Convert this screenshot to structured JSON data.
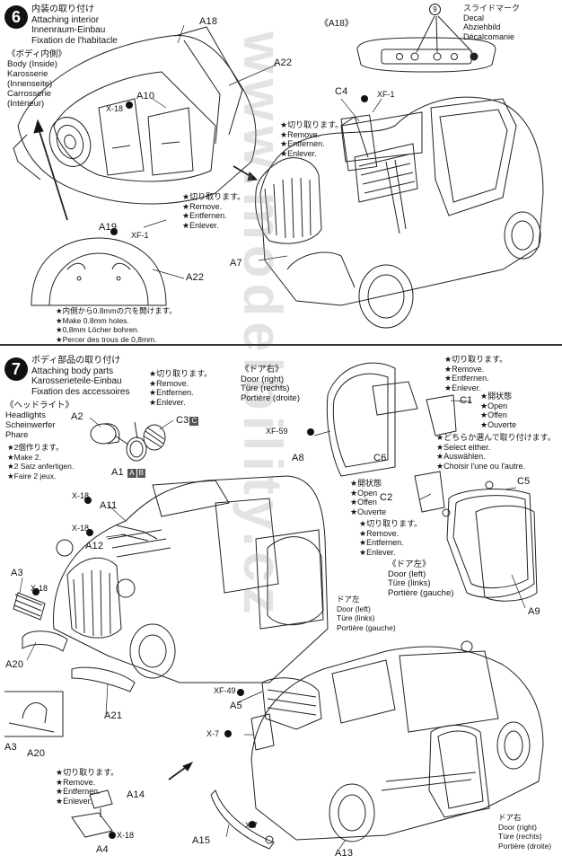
{
  "step6": {
    "number": "6",
    "title_jp": "内装の取り付け",
    "title_en": "Attaching interior",
    "title_de": "Innenraum-Einbau",
    "title_fr": "Fixation de l'habitacle",
    "body_inside": [
      "《ボディ内側》",
      "Body (Inside)",
      "Karosserie",
      "(Innenseite)",
      "Carrosserie",
      "(Intérieur)"
    ],
    "holes_note": [
      "★内側から0.8mmの穴を開けます。",
      "★Make 0.8mm holes.",
      "★0,8mm Löcher bohren.",
      "★Percer des trous de 0,8mm."
    ],
    "remove_note": [
      "★切り取ります。",
      "★Remove.",
      "★Entfernen.",
      "★Enlever."
    ],
    "a18_header": "《A18》",
    "decal_note": [
      "スライドマーク",
      "Decal",
      "Abziehbild",
      "Décalcomanie"
    ],
    "decal_number": "9",
    "parts": {
      "a18": "A18",
      "a22_top": "A22",
      "a10": "A10",
      "x18": "X-18",
      "a19": "A19",
      "xf1": "XF-1",
      "a22_bottom": "A22",
      "c4": "C4",
      "xf1_b": "XF-1",
      "a7": "A7"
    }
  },
  "step7": {
    "number": "7",
    "title_jp": "ボディ部品の取り付け",
    "title_en": "Attaching body parts",
    "title_de": "Karosserieteile-Einbau",
    "title_fr": "Fixation des accessoires",
    "headlights": [
      "《ヘッドライト》",
      "Headlights",
      "Scheinwerfer",
      "Phare"
    ],
    "make2": [
      "★2個作ります。",
      "★Make 2.",
      "★2 Satz anfertigen.",
      "★Faire 2 jeux."
    ],
    "remove_top": [
      "★切り取ります。",
      "★Remove.",
      "★Entfernen.",
      "★Enlever."
    ],
    "door_right_header": [
      "《ドア右》",
      "Door (right)",
      "Türe (rechts)",
      "Portière (droite)"
    ],
    "remove_right": [
      "★切り取ります。",
      "★Remove.",
      "★Entfernen.",
      "★Enlever."
    ],
    "open_note_1": [
      "★開状態",
      "★Open",
      "★Offen",
      "★Ouverte"
    ],
    "select_note": [
      "★どちらか選んで取り付けます。",
      "★Select either.",
      "★Auswählen.",
      "★Choisir l'une ou l'autre."
    ],
    "open_note_2": [
      "★開状態",
      "★Open",
      "★Offen",
      "★Ouverte"
    ],
    "remove_mid": [
      "★切り取ります。",
      "★Remove.",
      "★Entfernen.",
      "★Enlever."
    ],
    "door_left_header": [
      "《ドア左》",
      "Door (left)",
      "Türe (links)",
      "Portière (gauche)"
    ],
    "door_left_car": [
      "ドア左",
      "Door (left)",
      "Türe (links)",
      "Portière (gauche)"
    ],
    "door_right_car": [
      "ドア右",
      "Door (right)",
      "Türe (rechts)",
      "Portière (droite)"
    ],
    "remove_bottom": [
      "★切り取ります。",
      "★Remove.",
      "★Entfernen.",
      "★Enlever."
    ],
    "parts": {
      "a2": "A2",
      "c3": "C3",
      "c3_box": "C",
      "a1": "A1",
      "a1_box_a": "A",
      "a1_box_b": "B",
      "x18_a11": "X-18",
      "a11": "A11",
      "x18_a12": "X-18",
      "a12": "A12",
      "a3": "A3",
      "x18_a3": "X-18",
      "a20": "A20",
      "a21": "A21",
      "a3_small": "A3",
      "a20_small": "A20",
      "xf59": "XF-59",
      "a8": "A8",
      "c6": "C6",
      "c1": "C1",
      "c2": "C2",
      "c5": "C5",
      "a9": "A9",
      "xf49": "XF-49",
      "a5": "A5",
      "x7_a": "X-7",
      "x7_b": "X-7",
      "a14": "A14",
      "x18_a4": "X-18",
      "a4": "A4",
      "a15": "A15",
      "a13": "A13"
    }
  },
  "watermark": "www.modelbility.cz"
}
